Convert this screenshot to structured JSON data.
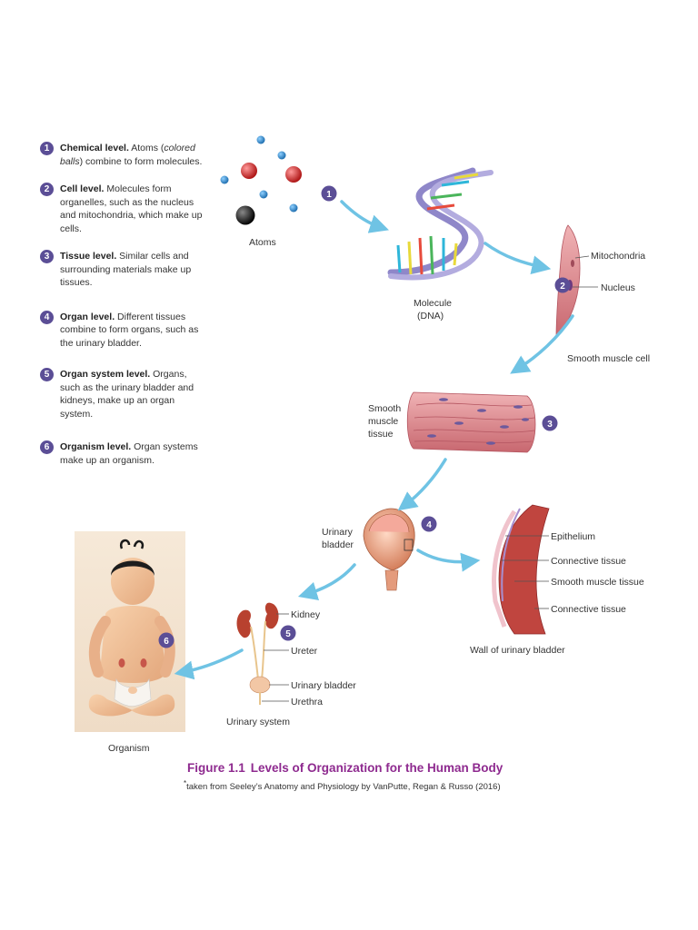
{
  "levels": [
    {
      "num": "1",
      "title": "Chemical level.",
      "pre": " Atoms (",
      "em": "colored balls",
      "post": ") combine to form molecules."
    },
    {
      "num": "2",
      "title": "Cell level.",
      "text": " Molecules form organelles, such as the nucleus and mitochondria, which make up cells."
    },
    {
      "num": "3",
      "title": "Tissue level.",
      "text": " Similar cells and surrounding materials make up tissues."
    },
    {
      "num": "4",
      "title": "Organ level.",
      "text": " Different tissues combine to form organs, such as the urinary bladder."
    },
    {
      "num": "5",
      "title": "Organ system level.",
      "text": " Organs, such as the urinary bladder and kidneys, make up an organ system."
    },
    {
      "num": "6",
      "title": "Organism level.",
      "text": " Organ systems make up an organism."
    }
  ],
  "labels": {
    "atoms": "Atoms",
    "molecule": "Molecule",
    "dna": "(DNA)",
    "mitochondria": "Mitochondria",
    "nucleus": "Nucleus",
    "smooth_muscle_cell": "Smooth muscle cell",
    "tissue_line1": "Smooth",
    "tissue_line2": "muscle",
    "tissue_line3": "tissue",
    "bladder_line1": "Urinary",
    "bladder_line2": "bladder",
    "epithelium": "Epithelium",
    "connective_tissue_1": "Connective tissue",
    "smooth_muscle_tissue": "Smooth muscle tissue",
    "connective_tissue_2": "Connective tissue",
    "wall": "Wall of urinary bladder",
    "kidney": "Kidney",
    "ureter": "Ureter",
    "urinary_bladder": "Urinary bladder",
    "urethra": "Urethra",
    "urinary_system": "Urinary system",
    "organism": "Organism"
  },
  "badges": {
    "b1": "1",
    "b2": "2",
    "b3": "3",
    "b4": "4",
    "b5": "5",
    "b6": "6"
  },
  "caption": {
    "figure": "Figure 1.1",
    "title": "Levels of Organization for the Human Body"
  },
  "credit": "taken from Seeley’s Anatomy and Physiology by VanPutte, Regan & Russo (2016)",
  "credit_mark": "*",
  "colors": {
    "badge": "#5b4e96",
    "arrow": "#6fc3e4",
    "caption": "#8e2a8f",
    "atom_blue": "#2b86c9",
    "atom_red": "#d42b2b",
    "muscle": "#d9848a"
  }
}
